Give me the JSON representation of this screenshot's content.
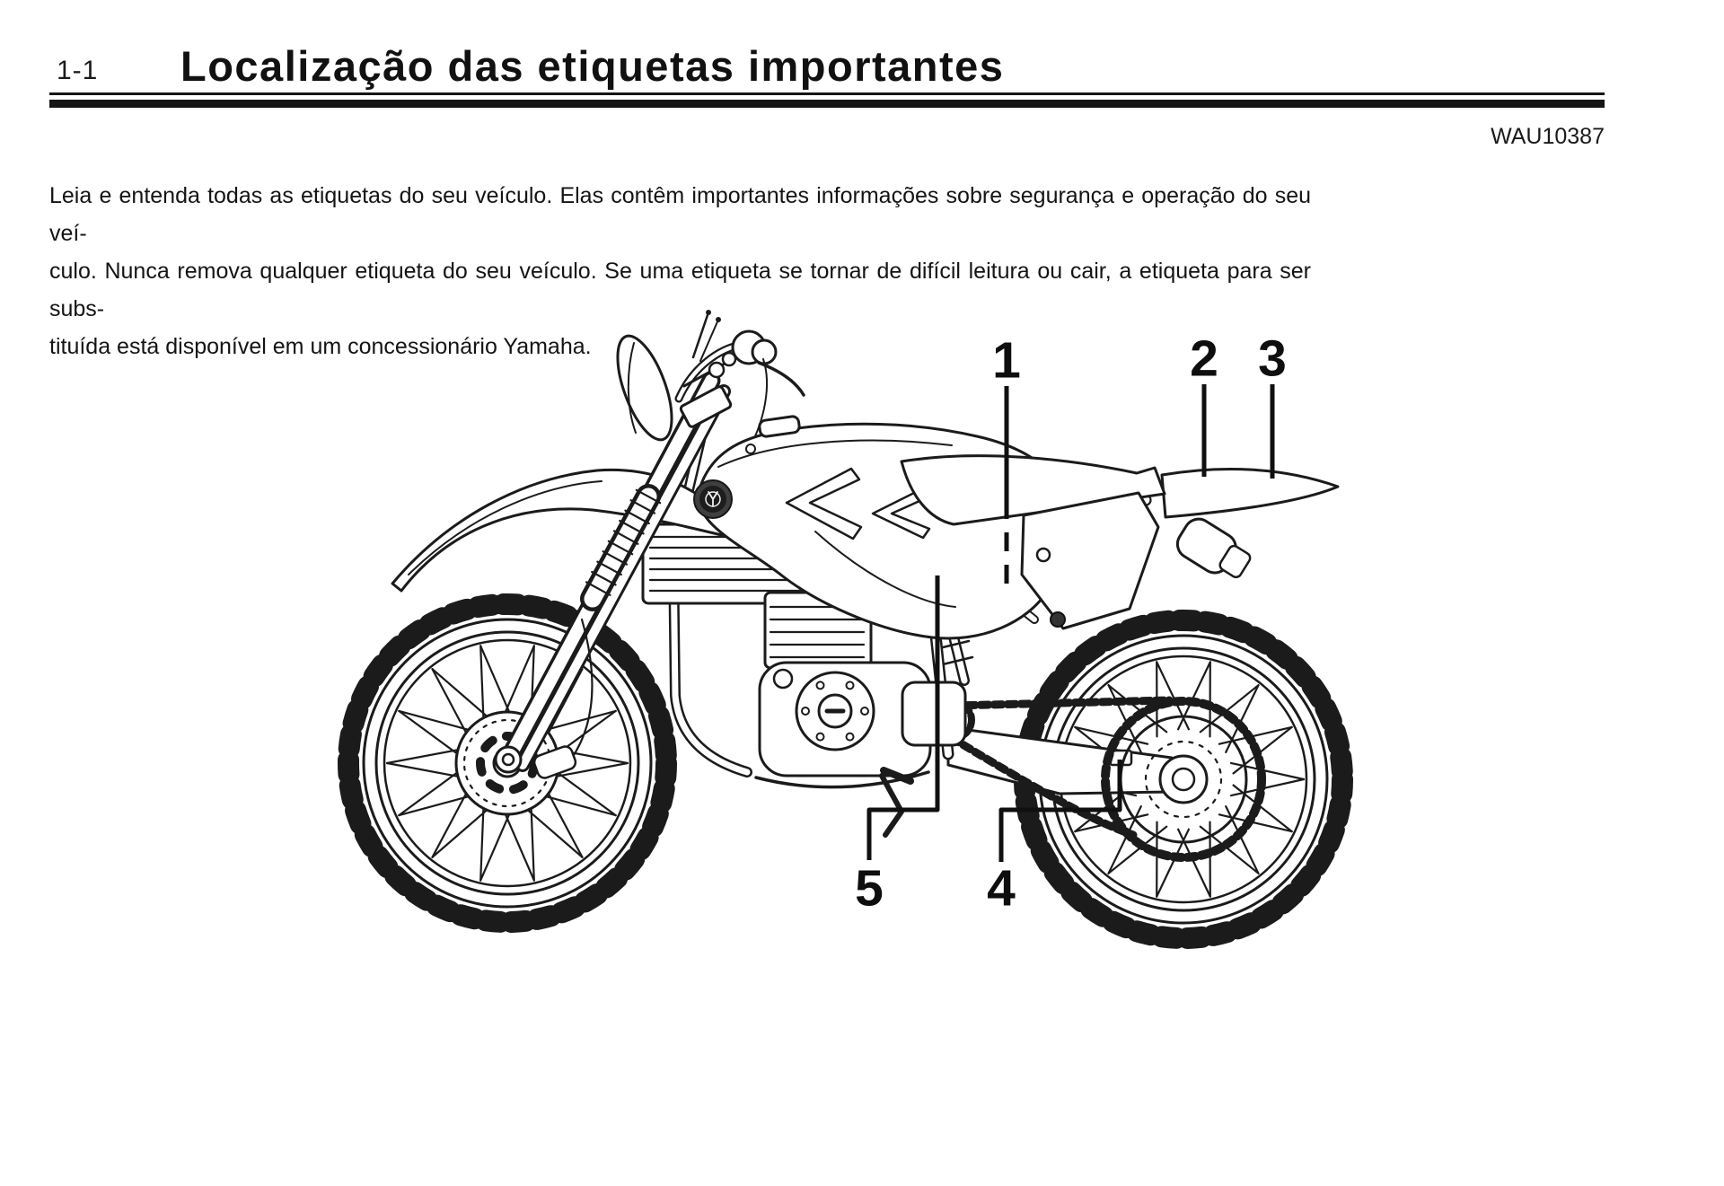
{
  "ink_color": "#1b1b1b",
  "page": {
    "number": "1-1",
    "title": "Localização das etiquetas importantes",
    "reference_code": "WAU10387"
  },
  "paragraph": {
    "lines": [
      "Leia e entenda todas as etiquetas do seu veículo. Elas contêm importantes informações sobre segurança e operação do seu veí-",
      "culo. Nunca remova qualquer etiqueta do seu veículo. Se uma etiqueta se tornar de difícil leitura ou cair, a etiqueta para ser subs-",
      "tituída está disponível em um concessionário Yamaha."
    ]
  },
  "figure": {
    "callouts": [
      "1",
      "2",
      "3",
      "4",
      "5"
    ]
  }
}
